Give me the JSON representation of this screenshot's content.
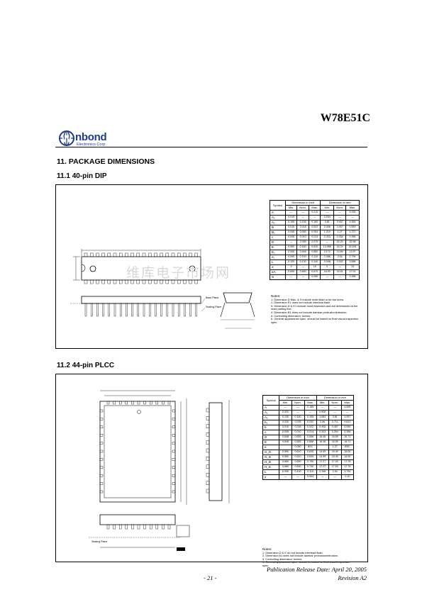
{
  "header": {
    "brand_name": "nbond",
    "brand_sub": "Electronics Corp.",
    "model": "W78E51C"
  },
  "section_title": "11. PACKAGE DIMENSIONS",
  "dip": {
    "title": "11.1 40-pin DIP",
    "table": {
      "col_symbol": "Symbol",
      "group_inch": "Dimension in inch",
      "group_mm": "Dimension in mm",
      "sub": [
        "Min.",
        "Nom.",
        "Max.",
        "Min.",
        "Nom.",
        "Max."
      ],
      "rows": [
        [
          "A",
          "—",
          "—",
          "0.210",
          "—",
          "—",
          "5.334"
        ],
        [
          "A₁",
          "0.010",
          "—",
          "—",
          "0.254",
          "—",
          "—"
        ],
        [
          "A₂",
          "0.150",
          "0.155",
          "0.160",
          "3.81",
          "3.937",
          "4.064"
        ],
        [
          "B",
          "0.016",
          "0.018",
          "0.022",
          "0.406",
          "0.457",
          "0.559"
        ],
        [
          "B₁",
          "0.048",
          "0.050",
          "0.054",
          "1.219",
          "1.27",
          "1.372"
        ],
        [
          "c",
          "0.008",
          "0.010",
          "0.014",
          "0.203",
          "0.254",
          "0.356"
        ],
        [
          "D",
          "—",
          "2.055",
          "2.070",
          "—",
          "52.20",
          "52.58"
        ],
        [
          "E",
          "0.590",
          "0.600",
          "0.610",
          "14.986",
          "15.24",
          "15.494"
        ],
        [
          "E₁",
          "0.540",
          "0.545",
          "0.550",
          "13.72",
          "13.84",
          "13.97"
        ],
        [
          "e₁",
          "0.090",
          "0.100",
          "0.110",
          "2.286",
          "2.54",
          "2.794"
        ],
        [
          "L",
          "0.120",
          "0.130",
          "0.140",
          "3.048",
          "3.302",
          "3.556"
        ],
        [
          "a",
          "0",
          "—",
          "15",
          "0",
          "—",
          "15"
        ],
        [
          "eA",
          "0.630",
          "0.650",
          "0.670",
          "16.00",
          "16.51",
          "17.01"
        ],
        [
          "S",
          "—",
          "—",
          "0.090",
          "—",
          "—",
          "2.286"
        ]
      ]
    },
    "notes": {
      "title": "Notes:",
      "items": [
        "1. Dimension D Max. & S include mold flash or tie bar burrs.",
        "2. Dimension E1 does not include interlead flash.",
        "3. Dimension D & E1 include mold mismatch and are determined at the mold parting line.",
        "4. Dimension B1 does not include dambar protrusion/intrusion.",
        "5. Controlling dimension: Inches.",
        "6. General appearance spec. should be based on final visual inspection spec."
      ]
    },
    "labels": {
      "base_plane": "Base Plane",
      "seating_plane": "Seating Plane"
    }
  },
  "plcc": {
    "title": "11.2 44-pin PLCC",
    "table": {
      "col_symbol": "Symbol",
      "group_inch": "Dimension in inch",
      "group_mm": "Dimension in mm",
      "sub": [
        "Min.",
        "Nom.",
        "Max.",
        "Min.",
        "Nom.",
        "Max."
      ],
      "rows": [
        [
          "A",
          "—",
          "—",
          "0.185",
          "—",
          "—",
          "4.699"
        ],
        [
          "A₁",
          "0.020",
          "—",
          "—",
          "0.508",
          "—",
          "—"
        ],
        [
          "A₂",
          "0.145",
          "0.150",
          "0.155",
          "3.683",
          "3.81",
          "3.937"
        ],
        [
          "b₁",
          "0.026",
          "0.028",
          "0.032",
          "0.66",
          "0.711",
          "0.813"
        ],
        [
          "b",
          "0.016",
          "0.018",
          "0.022",
          "0.406",
          "0.457",
          "0.559"
        ],
        [
          "c",
          "0.008",
          "0.010",
          "0.014",
          "0.203",
          "0.254",
          "0.356"
        ],
        [
          "D",
          "0.648",
          "0.653",
          "0.658",
          "16.46",
          "16.59",
          "16.71"
        ],
        [
          "E",
          "0.648",
          "0.653",
          "0.658",
          "16.46",
          "16.59",
          "16.71"
        ],
        [
          "e",
          "",
          "0.050",
          "BSC",
          "",
          "1.27",
          "BSC"
        ],
        [
          "G_D",
          "0.590",
          "0.610",
          "0.630",
          "14.99",
          "15.49",
          "16.00"
        ],
        [
          "G_E",
          "0.590",
          "0.610",
          "0.630",
          "14.99",
          "15.49",
          "16.00"
        ],
        [
          "H_D",
          "0.680",
          "0.690",
          "0.700",
          "17.27",
          "17.53",
          "17.78"
        ],
        [
          "H_E",
          "0.680",
          "0.690",
          "0.700",
          "17.27",
          "17.53",
          "17.78"
        ],
        [
          "L",
          "0.090",
          "0.100",
          "0.110",
          "2.296",
          "2.54",
          "2.794"
        ],
        [
          "y",
          "—",
          "—",
          "0.004",
          "—",
          "—",
          "0.10"
        ]
      ]
    },
    "notes": {
      "title": "Notes:",
      "items": [
        "1. Dimension D & E do not include interlead flash.",
        "2. Dimension b1 does not include dambar protrusion/intrusion.",
        "3. Controlling dimension: Inches",
        "4. General appearance spec. should be based on final visual inspection spec."
      ]
    },
    "labels": {
      "seating_plane": "Seating Plane"
    }
  },
  "footer": {
    "publication": "Publication Release Date: April 20, 2005",
    "page": "- 21 -",
    "revision": "Revision A2"
  }
}
